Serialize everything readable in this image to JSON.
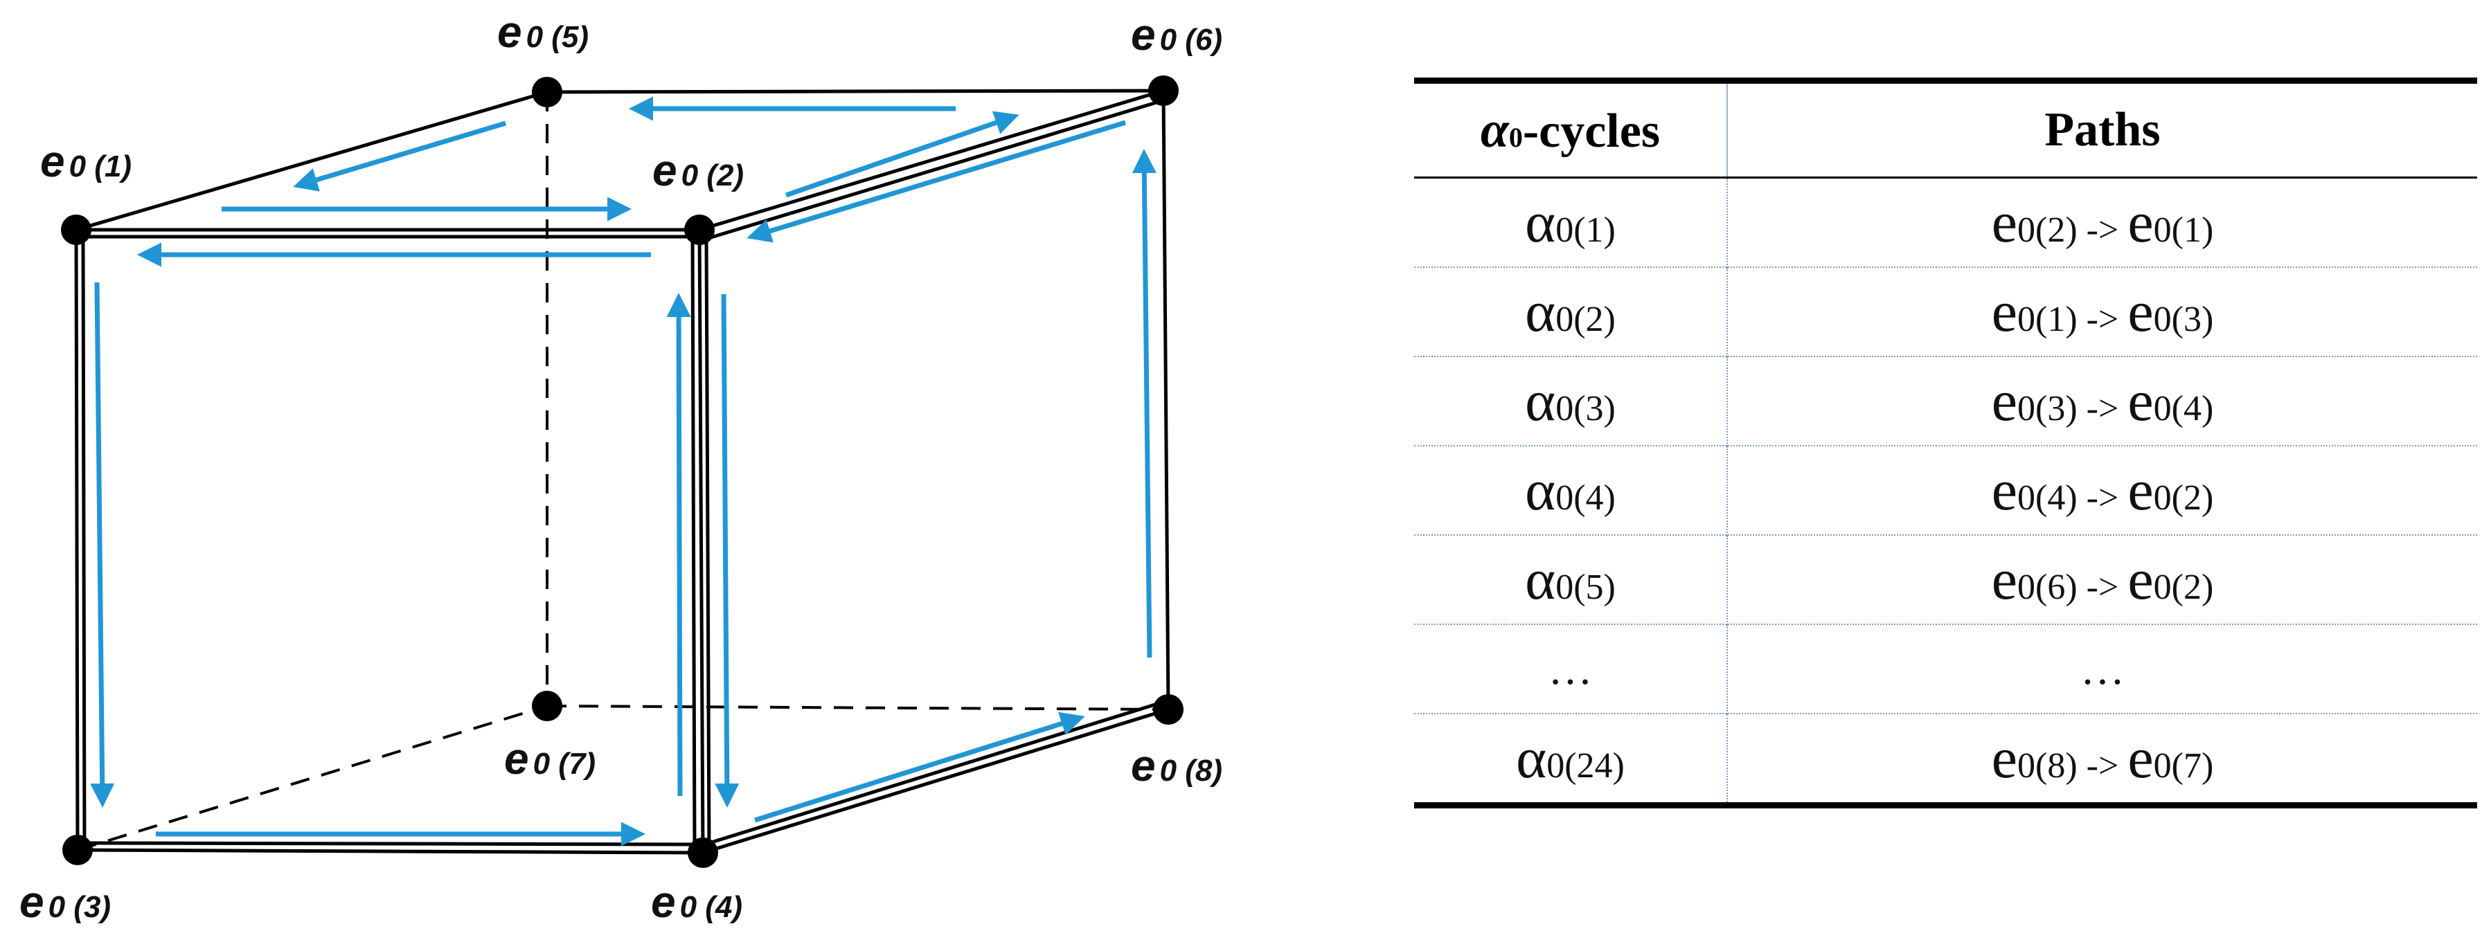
{
  "diagram": {
    "vertices": [
      {
        "id": "v1",
        "main": "e",
        "sub": "0 (1)"
      },
      {
        "id": "v2",
        "main": "e",
        "sub": "0 (2)"
      },
      {
        "id": "v3",
        "main": "e",
        "sub": "0 (3)"
      },
      {
        "id": "v4",
        "main": "e",
        "sub": "0 (4)"
      },
      {
        "id": "v5",
        "main": "e",
        "sub": "0 (5)"
      },
      {
        "id": "v6",
        "main": "e",
        "sub": "0 (6)"
      },
      {
        "id": "v7",
        "main": "e",
        "sub": "0 (7)"
      },
      {
        "id": "v8",
        "main": "e",
        "sub": "0 (8)"
      }
    ],
    "colors": {
      "edge": "#000000",
      "arrow": "#2196d6",
      "vertex": "#000000"
    }
  },
  "table": {
    "header": {
      "col1_alpha": "α",
      "col1_sub": "0",
      "col1_rest": "-cycles",
      "col2": "Paths"
    },
    "rows": [
      {
        "cycle": "α",
        "cycle_sub": "0(1)",
        "from": "e",
        "from_sub": "0(2)",
        "arrow": " -> ",
        "to": "e",
        "to_sub": "0(1)"
      },
      {
        "cycle": "α",
        "cycle_sub": "0(2)",
        "from": "e",
        "from_sub": "0(1)",
        "arrow": " -> ",
        "to": "e",
        "to_sub": "0(3)"
      },
      {
        "cycle": "α",
        "cycle_sub": "0(3)",
        "from": "e",
        "from_sub": "0(3)",
        "arrow": " -> ",
        "to": "e",
        "to_sub": "0(4)"
      },
      {
        "cycle": "α",
        "cycle_sub": "0(4)",
        "from": "e",
        "from_sub": "0(4)",
        "arrow": " -> ",
        "to": "e",
        "to_sub": "0(2)"
      },
      {
        "cycle": "α",
        "cycle_sub": "0(5)",
        "from": "e",
        "from_sub": "0(6)",
        "arrow": " -> ",
        "to": "e",
        "to_sub": "0(2)"
      },
      {
        "ellipsis_cycle": "…",
        "ellipsis_path": "…"
      },
      {
        "cycle": "α",
        "cycle_sub": "0(24)",
        "from": "e",
        "from_sub": "0(8)",
        "arrow": " -> ",
        "to": "e",
        "to_sub": "0(7)"
      }
    ]
  }
}
